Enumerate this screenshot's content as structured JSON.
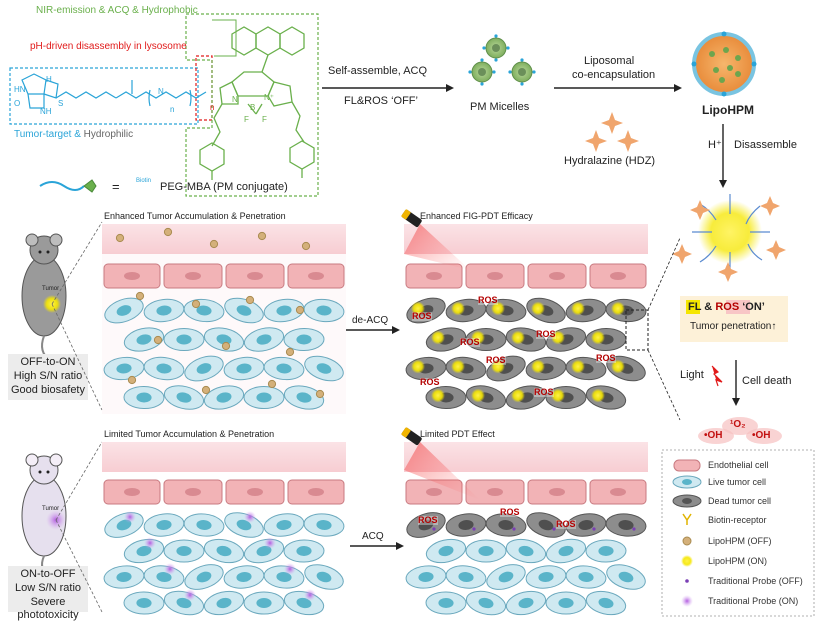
{
  "colors": {
    "blue_text": "#2aa4d8",
    "green_text": "#6ab04c",
    "red_text": "#e11b1b",
    "endothelial": "#f2b3b6",
    "live_cell": "#cfe9f1",
    "dead_cell": "#8d8d8d",
    "nucleus_live": "#5ab4c9",
    "yellow_glow": "#f5e600",
    "micelle": "#a3c585",
    "lipo_shell": "#f0a15a",
    "hdz": "#f0a56d"
  },
  "molecule": {
    "nir_label": "NIR-emission & ACQ & Hydrophobic",
    "ph_label": "pH-driven disassembly in lysosome",
    "tumor_target": "Tumor-target",
    "amp": " & ",
    "hydrophilic": "Hydrophilic",
    "n_sub": "n",
    "n_sub2": "n",
    "o_label": "O",
    "h_label": "H",
    "hn_label": "HN",
    "nh_label": "NH",
    "s_label": "S",
    "nh2_label": "N",
    "b_label": "B",
    "f_label": "F",
    "f2_label": "F",
    "nplus_label": "N⁺",
    "n_label": "N"
  },
  "flow": {
    "self_assemble": "Self-assemble, ACQ",
    "fl_ros_off": "FL&ROS ‘OFF’",
    "pm_micelles": "PM Micelles",
    "liposomal": "Liposomal",
    "co_encap": "co-encapsulation",
    "hydralazine": "Hydralazine (HDZ)",
    "lipohpm": "LipoHPM",
    "h_plus": "H⁺",
    "disassemble": "Disassemble",
    "conjugate_eq": "=",
    "biotin_sup": "Biotin",
    "conjugate_label": "PEG-MBA (PM conjugate)"
  },
  "top_panel": {
    "left_title": "Enhanced Tumor Accumulation & Penetration",
    "right_title": "Enhanced FIG-PDT Efficacy",
    "arrow_label": "de-ACQ",
    "mouse_label": "Tumor",
    "mouse_caption": [
      "OFF-to-ON",
      "High S/N ratio",
      "Good biosafety"
    ],
    "ros_tags": [
      "ROS",
      "ROS",
      "ROS",
      "ROS",
      "ROS",
      "ROS",
      "ROS",
      "ROS"
    ]
  },
  "bottom_panel": {
    "left_title": "Limited Tumor Accumulation & Penetration",
    "right_title": "Limited PDT Effect",
    "arrow_label": "ACQ",
    "mouse_label": "Tumor",
    "mouse_caption": [
      "ON-to-OFF",
      "Low S/N ratio",
      "Severe phototoxicity"
    ],
    "ros_tags": [
      "ROS",
      "ROS",
      "ROS"
    ]
  },
  "right_panel": {
    "fl": "FL",
    "and": " & ",
    "ros": "ROS",
    "on": " ‘ON’",
    "tumor_pen": "Tumor penetration↑",
    "light": "Light",
    "cell_death": "Cell death",
    "singlet": "¹O₂",
    "oh1": "•OH",
    "oh2": "•OH"
  },
  "legend": [
    {
      "icon": "endothelial",
      "label": "Endothelial cell"
    },
    {
      "icon": "live",
      "label": "Live tumor cell"
    },
    {
      "icon": "dead",
      "label": "Dead tumor cell"
    },
    {
      "icon": "biotin",
      "label": "Biotin-receptor"
    },
    {
      "icon": "lipo-off",
      "label": "LipoHPM (OFF)"
    },
    {
      "icon": "lipo-on",
      "label": "LipoHPM (ON)"
    },
    {
      "icon": "probe-off",
      "label": "Traditional Probe (OFF)"
    },
    {
      "icon": "probe-on",
      "label": "Traditional Probe (ON)"
    }
  ]
}
